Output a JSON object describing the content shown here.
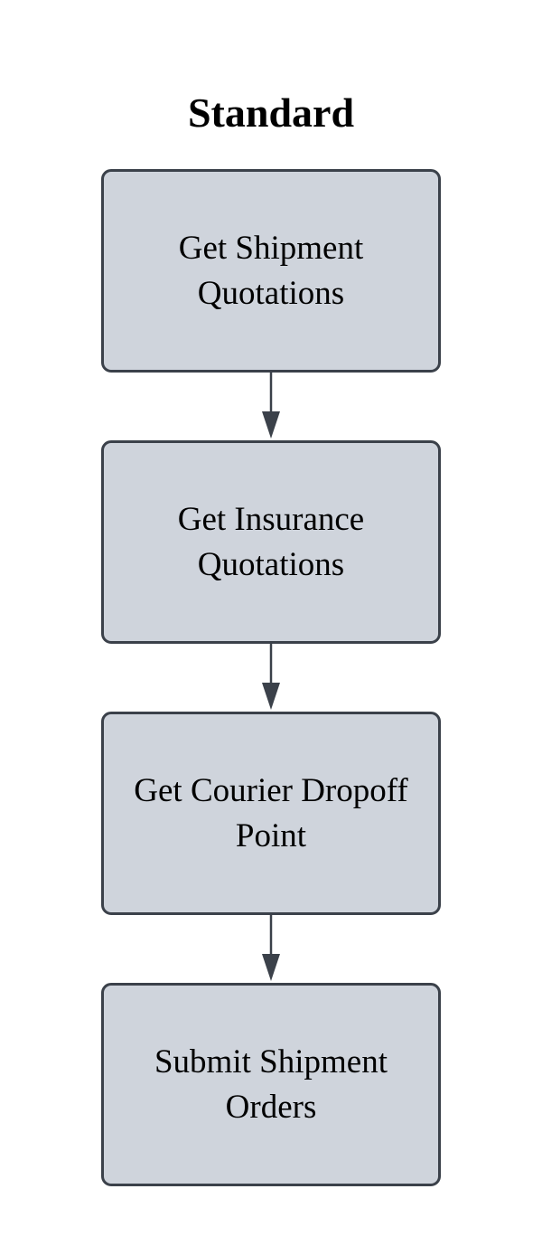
{
  "diagram": {
    "title": "Standard",
    "steps": [
      {
        "label": "Get Shipment Quotations"
      },
      {
        "label": "Get Insurance Quotations"
      },
      {
        "label": "Get Courier Dropoff Point"
      },
      {
        "label": "Submit Shipment Orders"
      }
    ],
    "colors": {
      "node_fill": "#cfd4dc",
      "node_border": "#3b414a",
      "arrow": "#3b414a",
      "text": "#000000"
    }
  }
}
